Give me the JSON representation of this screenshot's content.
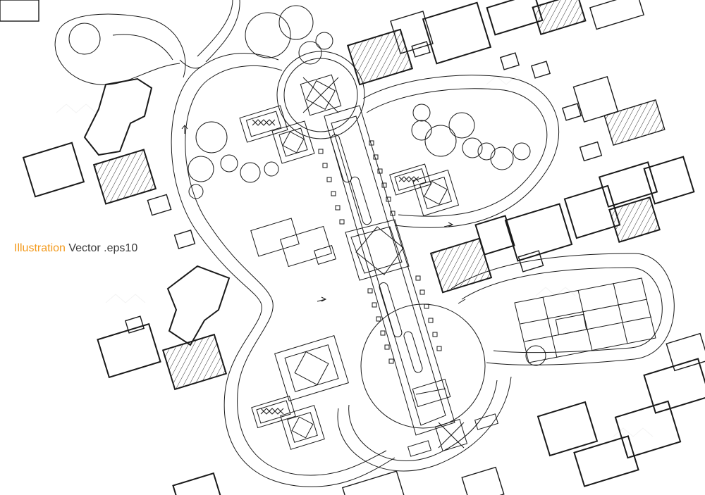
{
  "caption": {
    "highlight": "Illustration",
    "rest": " Vector .eps10",
    "highlight_color": "#f39a1d",
    "text_color": "#3a3a3a"
  },
  "stock_id": "164944264",
  "colors": {
    "line": "#1a1a1a",
    "hatch": "#333333",
    "background": "#ffffff"
  }
}
